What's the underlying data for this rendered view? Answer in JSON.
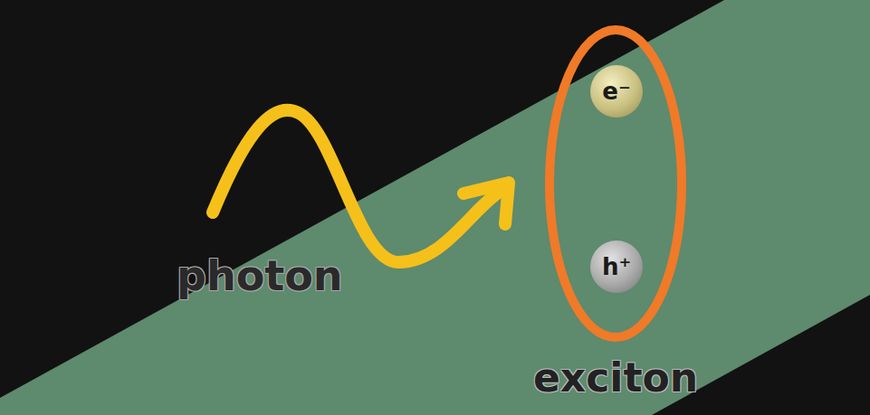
{
  "diagram": {
    "nodes": [
      {
        "text": [
          "exciton"
        ]
      },
      {
        "text": [
          "e⁻"
        ],
        "in": 0
      },
      {
        "text": [
          "h⁺"
        ],
        "in": 0
      }
    ],
    "labels": [
      "photon"
    ]
  }
}
